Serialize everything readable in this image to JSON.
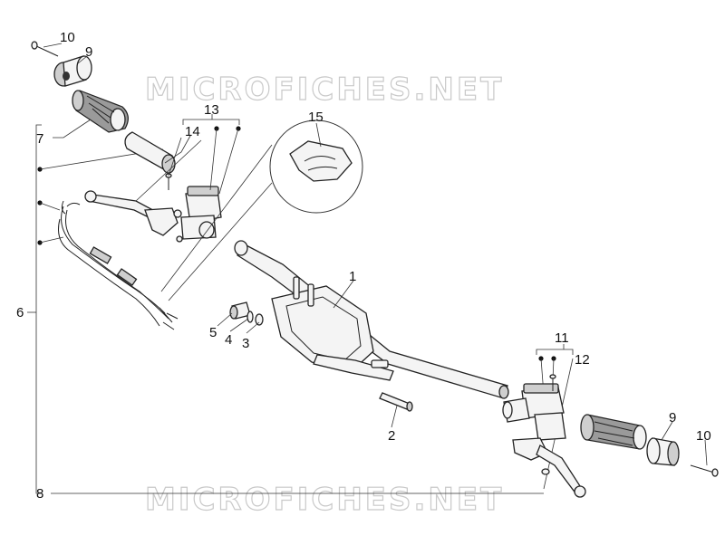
{
  "watermark": "MICROFICHES.NET",
  "labels": {
    "p1": "1",
    "p2": "2",
    "p3": "3",
    "p4": "4",
    "p5": "5",
    "p6": "6",
    "p7": "7",
    "p8": "8",
    "p9a": "9",
    "p9b": "9",
    "p10a": "10",
    "p10b": "10",
    "p11": "11",
    "p12": "12",
    "p13": "13",
    "p14": "14",
    "p15": "15"
  }
}
